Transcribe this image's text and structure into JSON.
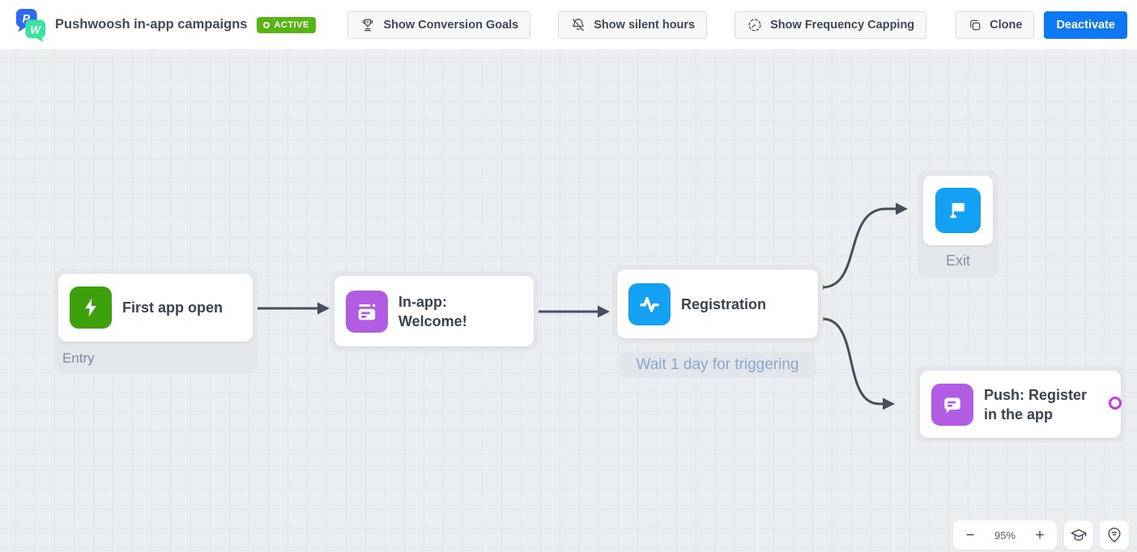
{
  "header": {
    "app_title": "Pushwoosh in-app campaigns",
    "status_badge": "ACTIVE",
    "buttons": {
      "conversion_goals": "Show Conversion Goals",
      "silent_hours": "Show silent hours",
      "frequency_capping": "Show Frequency Capping",
      "clone": "Clone",
      "deactivate": "Deactivate"
    }
  },
  "flow": {
    "entry_node": {
      "title": "First app open",
      "group_label": "Entry"
    },
    "inapp_node": {
      "line1": "In-app:",
      "line2": "Welcome!"
    },
    "registration_node": {
      "title": "Registration",
      "wait_note": "Wait 1 day for triggering"
    },
    "exit_node": {
      "label": "Exit"
    },
    "push_node": {
      "line1": "Push: Register",
      "line2": "in the app"
    }
  },
  "zoom_controls": {
    "zoom_out": "−",
    "level": "95%",
    "zoom_in": "+"
  },
  "icons": {
    "logo": "pushwoosh-logo",
    "trophy": "trophy-icon",
    "bell_slash": "bell-slash-icon",
    "gauge": "gauge-icon",
    "copy": "copy-icon",
    "lightning": "lightning-icon",
    "inapp_message": "inapp-message-icon",
    "pulse": "pulse-icon",
    "flag": "flag-icon",
    "push_message": "push-message-icon",
    "graduation_cap": "graduation-cap-icon",
    "feedback_pin": "feedback-pin-icon"
  },
  "colors": {
    "accent_blue": "#0d78f2",
    "active_green": "#58b414",
    "entry_green": "#3fa00e",
    "inapp_purple": "#b15ce2",
    "event_blue": "#14a0f3",
    "port_green": "#3da10b",
    "port_orange": "#ef8b0e",
    "port_magenta": "#c13fd6",
    "connector": "#474f5c"
  }
}
